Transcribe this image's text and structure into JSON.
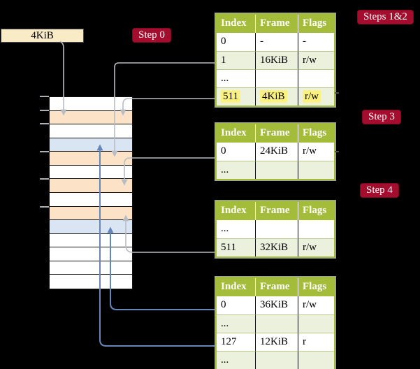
{
  "box_label": "4KiB",
  "steps": {
    "step0": "Step 0",
    "steps12": "Steps 1&2",
    "step3": "Step 3",
    "step4": "Step 4"
  },
  "tables": [
    {
      "headers": [
        "Index",
        "Frame",
        "Flags"
      ],
      "rows": [
        {
          "index": "0",
          "frame": "-",
          "flags": "-"
        },
        {
          "index": "1",
          "frame": "16KiB",
          "flags": "r/w"
        },
        {
          "index": "...",
          "frame": "",
          "flags": ""
        },
        {
          "index": "511",
          "frame": "4KiB",
          "flags": "r/w",
          "highlighted": true
        }
      ]
    },
    {
      "headers": [
        "Index",
        "Frame",
        "Flags"
      ],
      "rows": [
        {
          "index": "0",
          "frame": "24KiB",
          "flags": "r/w"
        },
        {
          "index": "...",
          "frame": "",
          "flags": ""
        }
      ]
    },
    {
      "headers": [
        "Index",
        "Frame",
        "Flags"
      ],
      "rows": [
        {
          "index": "...",
          "frame": "",
          "flags": ""
        },
        {
          "index": "511",
          "frame": "32KiB",
          "flags": "r/w"
        }
      ]
    },
    {
      "headers": [
        "Index",
        "Frame",
        "Flags"
      ],
      "rows": [
        {
          "index": "0",
          "frame": "36KiB",
          "flags": "r/w"
        },
        {
          "index": "...",
          "frame": "",
          "flags": ""
        },
        {
          "index": "127",
          "frame": "12KiB",
          "flags": "r"
        },
        {
          "index": "...",
          "frame": "",
          "flags": ""
        }
      ]
    }
  ],
  "memory_stack": {
    "row_fills": [
      "white",
      "peach",
      "white",
      "blue",
      "peach",
      "white",
      "peach",
      "white",
      "peach",
      "blue",
      "white",
      "white",
      "white",
      "white"
    ]
  },
  "colors": {
    "background": "#000000",
    "table_header_green": "#A3BD3B",
    "table_row_pale_green": "#EBF1DC",
    "highlight_yellow": "#FBF180",
    "step_label_red": "#A50D2E",
    "box_cream": "#FAEBC7",
    "memory_row_peach": "#FCE3C7",
    "memory_row_blue": "#DAE5F4",
    "connector_gray": "#B7BDC3",
    "connector_blue": "#6487BA"
  }
}
